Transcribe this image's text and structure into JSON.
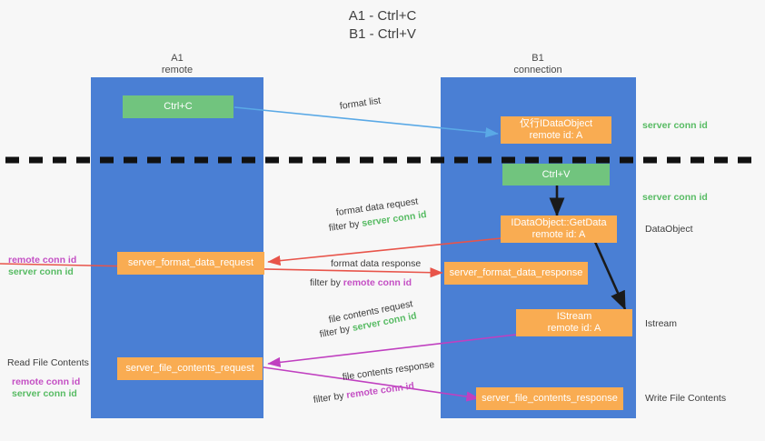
{
  "title_lines": [
    "A1 - Ctrl+C",
    "B1 - Ctrl+V"
  ],
  "lanes": [
    {
      "name": "A1",
      "sub": "remote",
      "color": "#4a7fd4"
    },
    {
      "name": "B1",
      "sub": "connection",
      "color": "#4a7fd4"
    }
  ],
  "colors": {
    "lane": "#4a7fd4",
    "orange": "#f9ac52",
    "green": "#71c47e",
    "green_text": "#57bb63",
    "purple_text": "#c44fc4",
    "red_arrow": "#e8544a",
    "magenta_arrow": "#c040c0",
    "blue_arrow": "#5aa9e6",
    "black": "#1a1a1a"
  },
  "boxes": {
    "ctrl_c": "Ctrl+C",
    "ctrl_v": "Ctrl+V",
    "idataobject": {
      "line1": "仅行IDataObject",
      "line2": "remote id: A"
    },
    "getdata": {
      "line1": "IDataObject::GetData",
      "line2": "remote id: A"
    },
    "istream": {
      "line1": "IStream",
      "line2": "remote id: A"
    },
    "format_data_request": "server_format_data_request",
    "format_data_response": "server_format_data_response",
    "file_contents_request": "server_file_contents_request",
    "file_contents_response": "server_file_contents_response"
  },
  "edge_labels": {
    "format_list": "format list",
    "format_data_request": "format data request",
    "format_data_request_filter_prefix": "filter by ",
    "format_data_request_filter_value": "server conn id",
    "format_data_response": "format data response",
    "format_data_response_filter_prefix": "filter by ",
    "format_data_response_filter_value": "remote conn id",
    "file_contents_request": "file contents request",
    "file_contents_request_filter_prefix": "filter by ",
    "file_contents_request_filter_value": "server conn id",
    "file_contents_response": "file contents response",
    "file_contents_response_filter_prefix": "filter by ",
    "file_contents_response_filter_value": "remote conn id"
  },
  "right_annotations": {
    "server_conn_id_top": "server conn id",
    "server_conn_id_mid": "server conn id",
    "dataobject": "DataObject",
    "istream": "Istream",
    "write_file_contents": "Write File Contents"
  },
  "left_annotations": {
    "remote_conn_id_1": "remote conn id",
    "server_conn_id_1": "server conn id",
    "read_file_contents": "Read File Contents",
    "remote_conn_id_2": "remote conn id",
    "server_conn_id_2": "server conn id"
  }
}
